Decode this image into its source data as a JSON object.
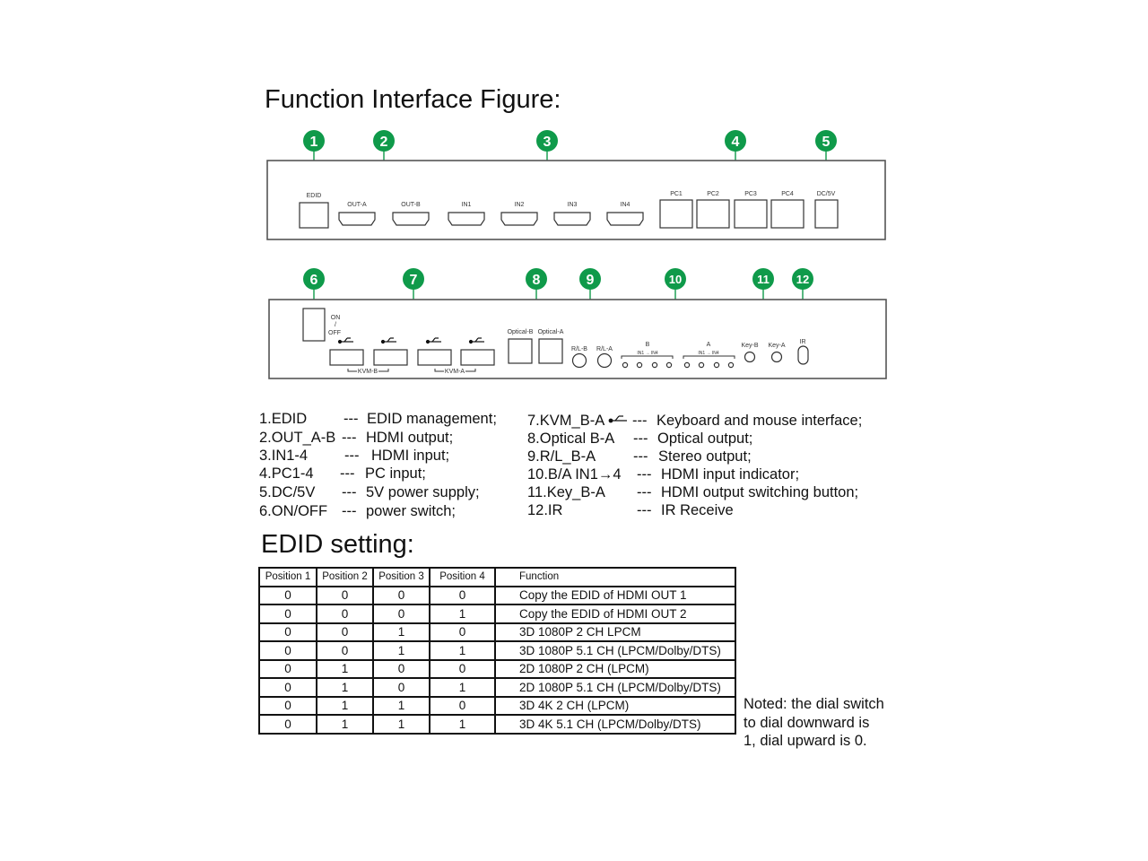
{
  "title": "Function Interface Figure:",
  "panel_top": {
    "callouts": [
      "1",
      "2",
      "3",
      "4",
      "5"
    ],
    "labels": {
      "edid": "EDID",
      "out_a": "OUT-A",
      "out_b": "OUT-B",
      "in1": "IN1",
      "in2": "IN2",
      "in3": "IN3",
      "in4": "IN4",
      "pc1": "PC1",
      "pc2": "PC2",
      "pc3": "PC3",
      "pc4": "PC4",
      "dc5v": "DC/5V"
    }
  },
  "panel_bottom": {
    "callouts": [
      "6",
      "7",
      "8",
      "9",
      "10",
      "11",
      "12"
    ],
    "labels": {
      "on": "ON",
      "slash": "/",
      "off": "OFF",
      "kvm_b": "KVM-B",
      "kvm_a": "KVM-A",
      "optical_b": "Optical-B",
      "optical_a": "Optical-A",
      "rl_b": "R/L-B",
      "rl_a": "R/L-A",
      "b": "B",
      "a": "A",
      "in1_in4_b": "IN1 → IN4",
      "in1_in4_a": "IN1 → IN4",
      "key_b": "Key-B",
      "key_a": "Key-A",
      "ir": "IR"
    }
  },
  "legend": {
    "left": [
      {
        "item": "1.EDID",
        "sep": "---",
        "desc": "EDID management;"
      },
      {
        "item": "2.OUT_A-B",
        "sep": "---",
        "desc": "HDMI output;"
      },
      {
        "item": "3.IN1-4",
        "sep": "---",
        "desc": "HDMI input;"
      },
      {
        "item": "4.PC1-4",
        "sep": "---",
        "desc": "PC input;"
      },
      {
        "item": "5.DC/5V",
        "sep": "---",
        "desc": "5V power supply;"
      },
      {
        "item": "6.ON/OFF",
        "sep": "---",
        "desc": "power switch;"
      }
    ],
    "right": [
      {
        "item": "7.KVM_B-A",
        "sep": "---",
        "desc": "Keyboard and mouse interface;"
      },
      {
        "item": "8.Optical B-A",
        "sep": "---",
        "desc": "Optical output;"
      },
      {
        "item": "9.R/L_B-A",
        "sep": "---",
        "desc": "Stereo output;"
      },
      {
        "item": "10.B/A IN1→4",
        "sep": "---",
        "desc": "HDMI input indicator;"
      },
      {
        "item": "11.Key_B-A",
        "sep": "---",
        "desc": "HDMI output switching button;"
      },
      {
        "item": "12.IR",
        "sep": "---",
        "desc": "IR Receive"
      }
    ]
  },
  "edid_title": "EDID setting:",
  "edid_table": {
    "headers": [
      "Position 1",
      "Position 2",
      "Position 3",
      "Position 4",
      "Function"
    ],
    "rows": [
      [
        "0",
        "0",
        "0",
        "0",
        "Copy the EDID of HDMI OUT 1"
      ],
      [
        "0",
        "0",
        "0",
        "1",
        "Copy the EDID of HDMI OUT 2"
      ],
      [
        "0",
        "0",
        "1",
        "0",
        "3D 1080P 2 CH LPCM"
      ],
      [
        "0",
        "0",
        "1",
        "1",
        "3D 1080P 5.1 CH (LPCM/Dolby/DTS)"
      ],
      [
        "0",
        "1",
        "0",
        "0",
        "2D 1080P 2 CH (LPCM)"
      ],
      [
        "0",
        "1",
        "0",
        "1",
        "2D 1080P 5.1 CH (LPCM/Dolby/DTS)"
      ],
      [
        "0",
        "1",
        "1",
        "0",
        "3D 4K 2 CH (LPCM)"
      ],
      [
        "0",
        "1",
        "1",
        "1",
        "3D 4K 5.1 CH (LPCM/Dolby/DTS)"
      ]
    ]
  },
  "note": [
    "Noted: the dial switch",
    "to dial downward is",
    "1, dial upward is 0."
  ],
  "colors": {
    "callout": "#0f9a4a",
    "line": "#555555"
  }
}
